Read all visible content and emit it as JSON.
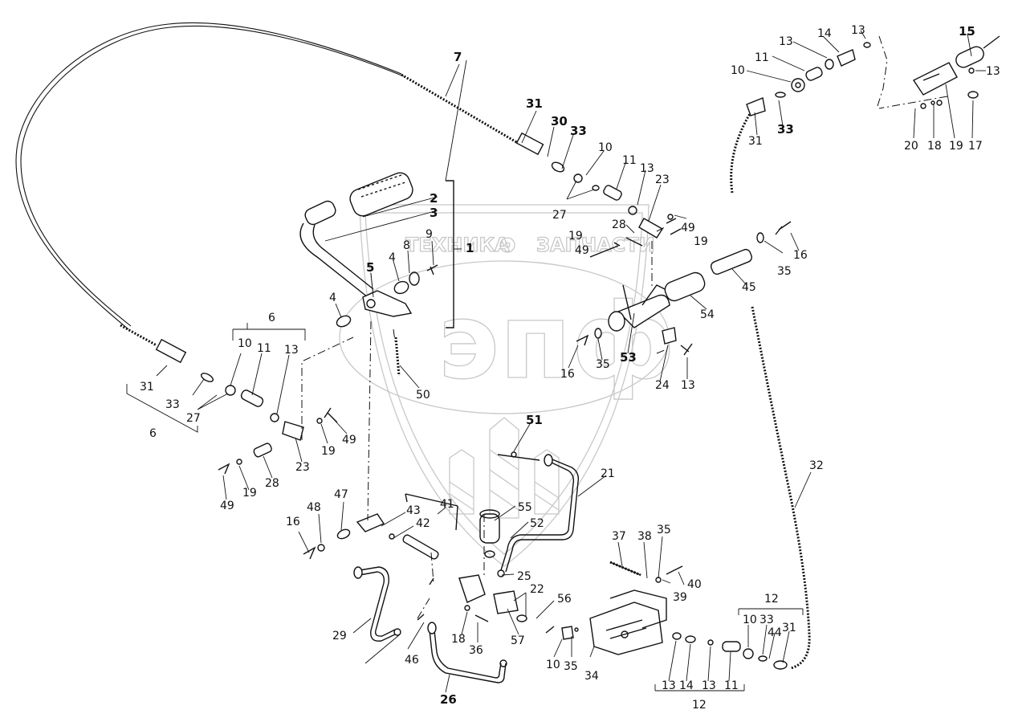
{
  "watermark": {
    "left_text": "ТЕХНИКА",
    "right_text": "ЗАПЧАСТИ",
    "logo_text": "эпф"
  },
  "callouts": {
    "c1": "1",
    "c2": "2",
    "c3": "3",
    "c4a": "4",
    "c4b": "4",
    "c5": "5",
    "c6a": "6",
    "c6b": "6",
    "c7": "7",
    "c8": "8",
    "c9": "9",
    "c10a": "10",
    "c10b": "10",
    "c10c": "10",
    "c10d": "10",
    "c10e": "10",
    "c11a": "11",
    "c11b": "11",
    "c11c": "11",
    "c11d": "11",
    "c12a": "12",
    "c12b": "12",
    "c13a": "13",
    "c13b": "13",
    "c13c": "13",
    "c13d": "13",
    "c13e": "13",
    "c13f": "13",
    "c13g": "13",
    "c13h": "13",
    "c14a": "14",
    "c14b": "14",
    "c15": "15",
    "c16a": "16",
    "c16b": "16",
    "c16c": "16",
    "c17": "17",
    "c18a": "18",
    "c18b": "18",
    "c19a": "19",
    "c19b": "19",
    "c19c": "19",
    "c19d": "19",
    "c19e": "19",
    "c20": "20",
    "c21": "21",
    "c22": "22",
    "c23a": "23",
    "c23b": "23",
    "c24": "24",
    "c25": "25",
    "c26": "26",
    "c27a": "27",
    "c27b": "27",
    "c28a": "28",
    "c28b": "28",
    "c29": "29",
    "c30": "30",
    "c31a": "31",
    "c31b": "31",
    "c31c": "31",
    "c31d": "31",
    "c32": "32",
    "c33a": "33",
    "c33b": "33",
    "c33c": "33",
    "c33d": "33",
    "c34": "34",
    "c35a": "35",
    "c35b": "35",
    "c35c": "35",
    "c35d": "35",
    "c36": "36",
    "c37": "37",
    "c38": "38",
    "c39": "39",
    "c40": "40",
    "c41": "41",
    "c42": "42",
    "c43": "43",
    "c44": "44",
    "c45": "45",
    "c46": "46",
    "c47": "47",
    "c48": "48",
    "c49a": "49",
    "c49b": "49",
    "c49c": "49",
    "c49d": "49",
    "c50": "50",
    "c51": "51",
    "c52": "52",
    "c53": "53",
    "c54": "54",
    "c55": "55",
    "c56": "56",
    "c57": "57"
  }
}
